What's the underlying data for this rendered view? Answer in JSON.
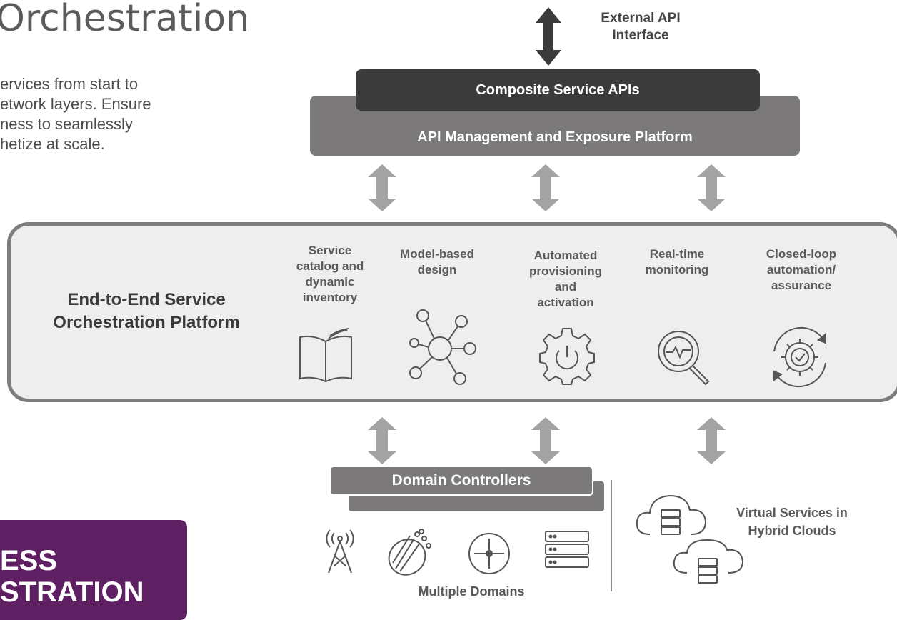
{
  "page": {
    "title": "Orchestration",
    "intro_lines": [
      "ervices from start to",
      "etwork layers. Ensure",
      "ness to seamlessly",
      "hetize at scale."
    ],
    "promo_lines": [
      "ESS",
      "STRATION"
    ]
  },
  "diagram": {
    "external_api": "External API\nInterface",
    "composite_apis": "Composite Service APIs",
    "api_management": "API Management and Exposure Platform",
    "platform_title_lines": [
      "End-to-End Service",
      "Orchestration Platform"
    ],
    "capabilities": [
      {
        "label": "Service\ncatalog and\ndynamic\ninventory",
        "icon": "open-book-icon"
      },
      {
        "label": "Model-based\ndesign",
        "icon": "network-nodes-icon"
      },
      {
        "label": "Automated\nprovisioning\nand\nactivation",
        "icon": "gear-power-icon"
      },
      {
        "label": "Real-time\nmonitoring",
        "icon": "magnifier-pulse-icon"
      },
      {
        "label": "Closed-loop\nautomation/\nassurance",
        "icon": "gear-cycle-icon"
      }
    ],
    "domain_controllers": "Domain Controllers",
    "multiple_domains": "Multiple Domains",
    "virtual_services": "Virtual Services in\nHybrid Clouds",
    "domain_icons": [
      "cell-tower-icon",
      "fiber-cable-icon",
      "router-icon",
      "server-rack-icon"
    ],
    "colors": {
      "dark": "#3b3b3b",
      "mid": "#7b7979",
      "arrow": "#a3a3a3",
      "promo": "#5f1f63",
      "platform_bg": "#eeeeee"
    }
  }
}
